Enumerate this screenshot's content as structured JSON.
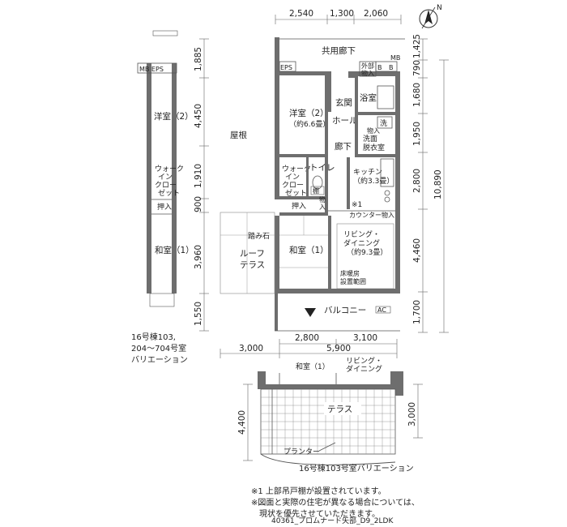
{
  "dimensions": {
    "top": [
      "2,540",
      "1,300",
      "2,060"
    ],
    "left": [
      "1,885",
      "4,450",
      "1,910",
      "900",
      "3,960",
      "1,550"
    ],
    "right": [
      "1,425",
      "790",
      "1,680",
      "1,950",
      "2,800",
      "4,460",
      "1,700"
    ],
    "right_total": "10,890",
    "bottom_row1": [
      "2,800",
      "3,100"
    ],
    "bottom_row2": [
      "3,000",
      "5,900"
    ],
    "terrace_left": "4,400",
    "terrace_right": "3,000"
  },
  "rooms": {
    "corridor": "共用廊下",
    "eps_top": "EPS",
    "mb_top": "MB",
    "outdoor_storage": [
      "外部",
      "物入"
    ],
    "entrance": "玄関",
    "bath": "浴室",
    "hall": "ホール",
    "wash_icon": "洗",
    "storage_small": "物入",
    "dressing": [
      "洗面",
      "脱衣室"
    ],
    "western2": [
      "洋室（2）",
      "（約6.6畳）"
    ],
    "hallway": "廊下",
    "roof": "屋根",
    "walkin": [
      "ウォーク",
      "イン",
      "クロー",
      "ゼット"
    ],
    "toilet": "トイレ",
    "shoe": "棚",
    "kitchen": [
      "キッチン",
      "（約3.3畳）"
    ],
    "closet": "押入",
    "storage2": [
      "物",
      "入"
    ],
    "note_mark": "※1",
    "counter": [
      "カウンター",
      "物入"
    ],
    "stepstone": "踏み石",
    "roof_terrace": [
      "ルーフ",
      "テラス"
    ],
    "japanese1": "和室（1）",
    "living": [
      "リビング・",
      "ダイニング",
      "（約9.3畳）"
    ],
    "floor_heating": [
      "床暖房",
      "設置範囲"
    ],
    "balcony": "バルコニー",
    "ac": "AC",
    "b_mark": "B"
  },
  "variation": {
    "mb_eps": "MB EPS",
    "western2": "洋室（2）",
    "walkin": [
      "ウォーク",
      "イン",
      "クロー",
      "ゼット"
    ],
    "closet": "押入",
    "japanese1": "和室（1）",
    "caption": [
      "16号棟103,",
      "204〜704号室",
      "バリエーション"
    ]
  },
  "terrace_variation": {
    "japanese1": "和室（1）",
    "living": [
      "リビング・",
      "ダイニング"
    ],
    "terrace": "テラス",
    "planter": "プランター",
    "caption": "16号棟103号室バリエーション"
  },
  "compass": "N",
  "notes": [
    "※1 上部吊戸棚が設置されています。",
    "※図面と実際の住宅が異なる場合については、",
    "　現状を優先させていただきます。"
  ],
  "footer_code": "40361_プロムナード矢部_D9_2LDK"
}
